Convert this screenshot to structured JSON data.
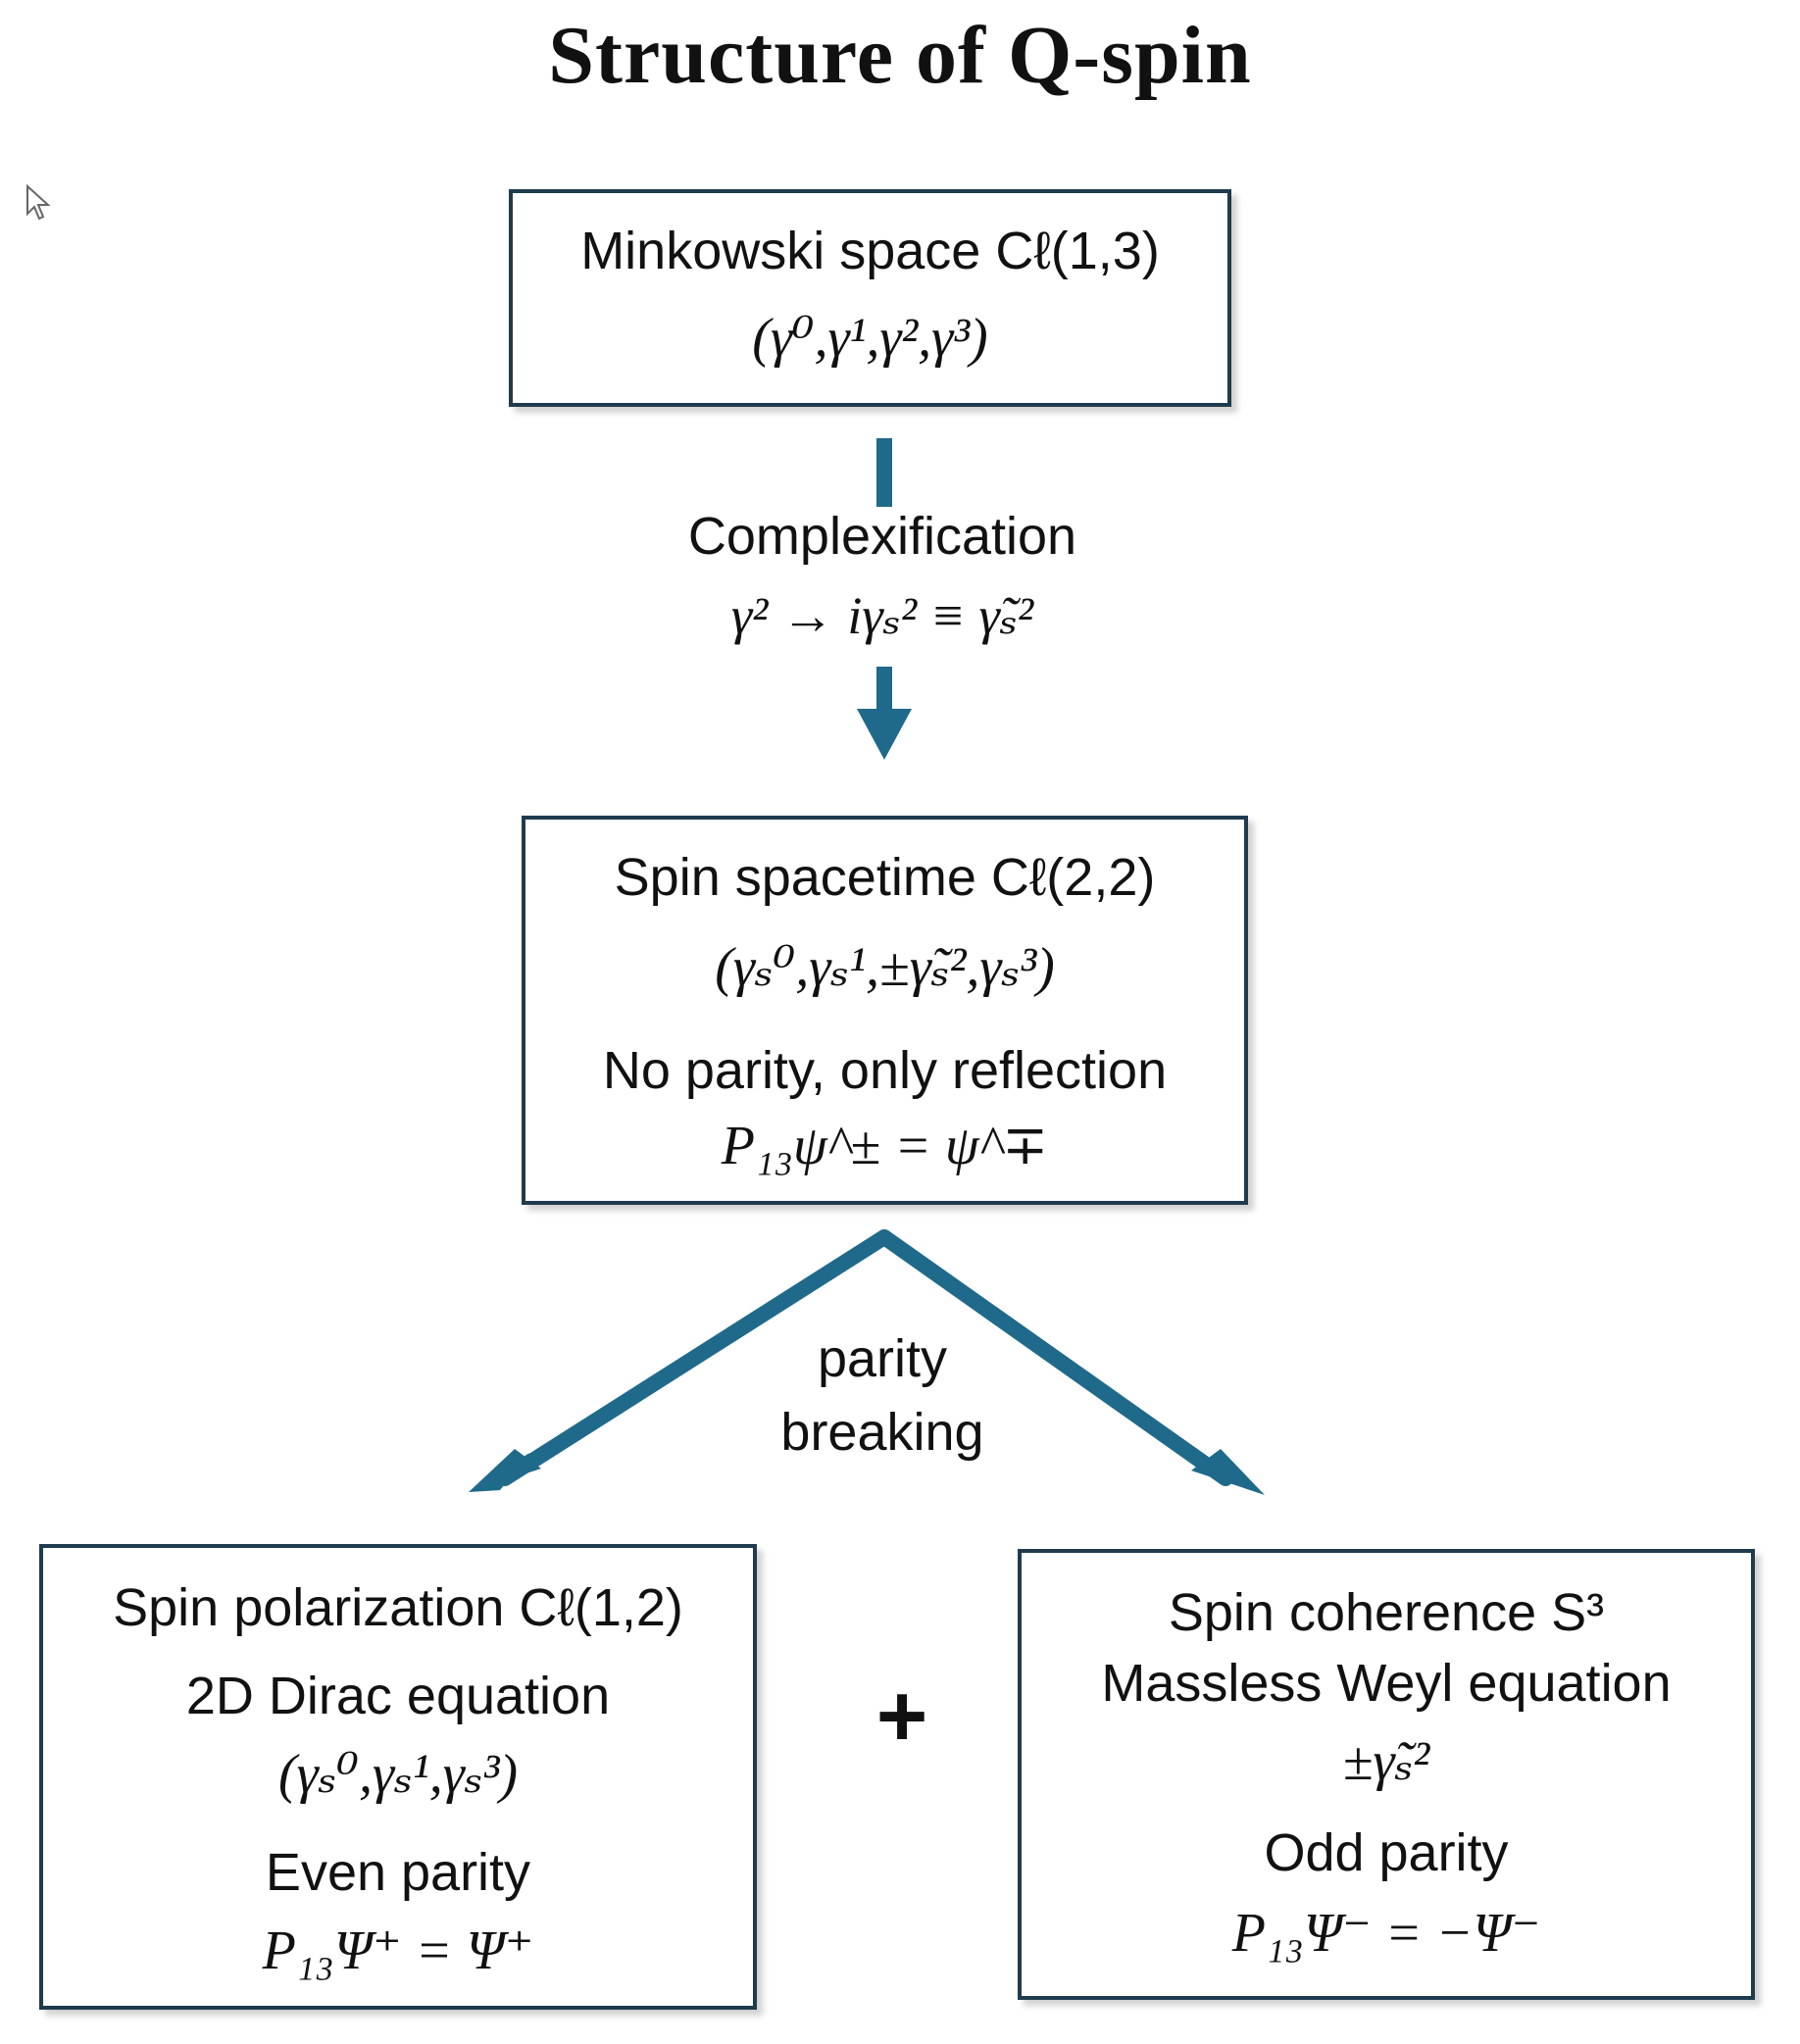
{
  "title": "Structure of Q-spin",
  "colors": {
    "arrow": "#1f6a8a",
    "box_border": "#1f3b4d"
  },
  "boxes": {
    "minkowski": {
      "line1": "Minkowski space Cℓ(1,3)",
      "line2": "(γ⁰,γ¹,γ²,γ³)"
    },
    "spin_spacetime": {
      "line1": "Spin spacetime Cℓ(2,2)",
      "line2": "(γₛ⁰,γₛ¹,±γ̃ₛ²,γₛ³)",
      "line3": "No parity, only reflection",
      "line4": "P₁₃ψ^± = ψ^∓"
    },
    "spin_polarization": {
      "line1": "Spin polarization Cℓ(1,2)",
      "line2": "2D Dirac equation",
      "line3": "(γₛ⁰,γₛ¹,γₛ³)",
      "line4": "Even parity",
      "line5": "P₁₃Ψ⁺ = Ψ⁺"
    },
    "spin_coherence": {
      "line1": "Spin coherence S³",
      "line2": "Massless Weyl equation",
      "line3": "±γ̃ₛ²",
      "line4": "Odd parity",
      "line5": "P₁₃Ψ⁻ = −Ψ⁻"
    }
  },
  "complexification": {
    "label": "Complexification",
    "formula": "γ² → iγₛ² ≡ γ̃ₛ²"
  },
  "parity_breaking": {
    "line1": "parity",
    "line2": "breaking"
  },
  "plus_sign": "+"
}
